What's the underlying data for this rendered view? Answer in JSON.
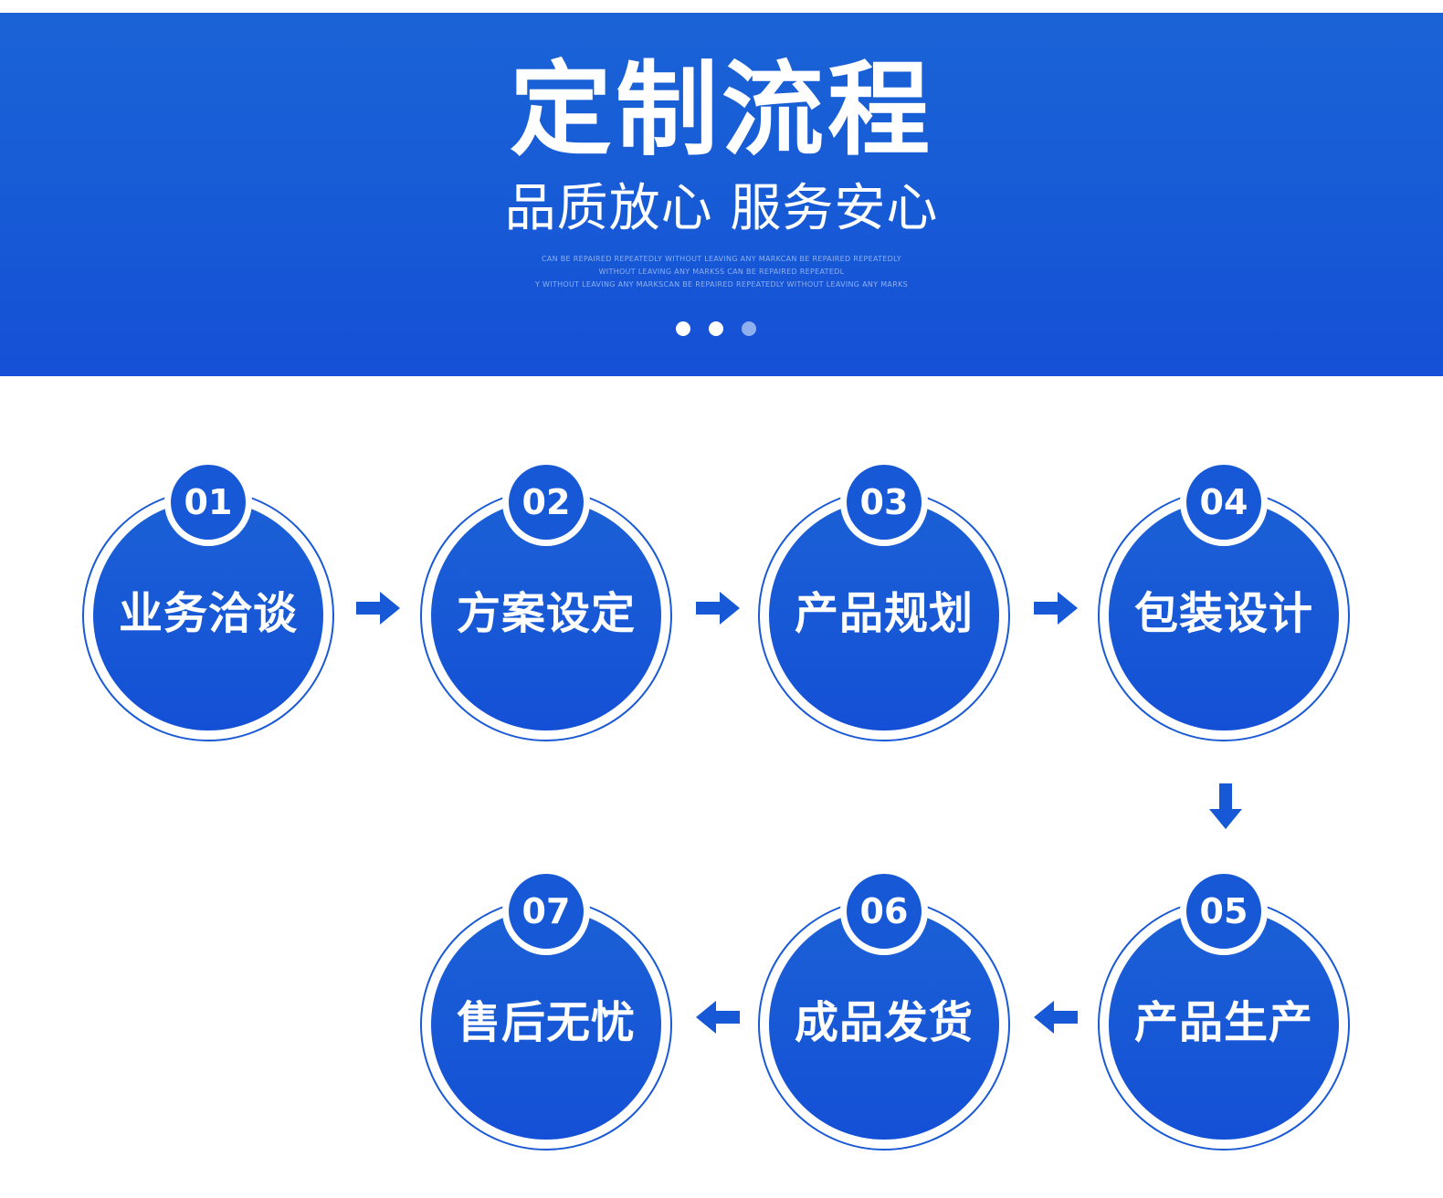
{
  "header": {
    "title": "定制流程",
    "subtitle": "品质放心 服务安心",
    "english_lines": [
      "CAN BE REPAIRED REPEATEDLY WITHOUT LEAVING ANY MARKCAN BE REPAIRED REPEATEDLY",
      "WITHOUT LEAVING ANY MARKSS CAN BE REPAIRED REPEATEDL",
      "Y WITHOUT LEAVING ANY MARKSCAN BE REPAIRED REPEATEDLY WITHOUT LEAVING ANY MARKS"
    ],
    "pagination": {
      "count": 3,
      "active_index": 0
    }
  },
  "steps": [
    {
      "number": "01",
      "label": "业务洽谈"
    },
    {
      "number": "02",
      "label": "方案设定"
    },
    {
      "number": "03",
      "label": "产品规划"
    },
    {
      "number": "04",
      "label": "包装设计"
    },
    {
      "number": "05",
      "label": "产品生产"
    },
    {
      "number": "06",
      "label": "成品发货"
    },
    {
      "number": "07",
      "label": "售后无忧"
    }
  ],
  "colors": {
    "brand_blue": "#1758d6",
    "white": "#ffffff",
    "english_text": "#8fb0ef",
    "dot_inactive": "#8fb0ef"
  },
  "icons": {
    "flow_arrow_right": "arrow-right-icon",
    "flow_arrow_down": "arrow-down-icon",
    "flow_arrow_left": "arrow-left-icon"
  }
}
